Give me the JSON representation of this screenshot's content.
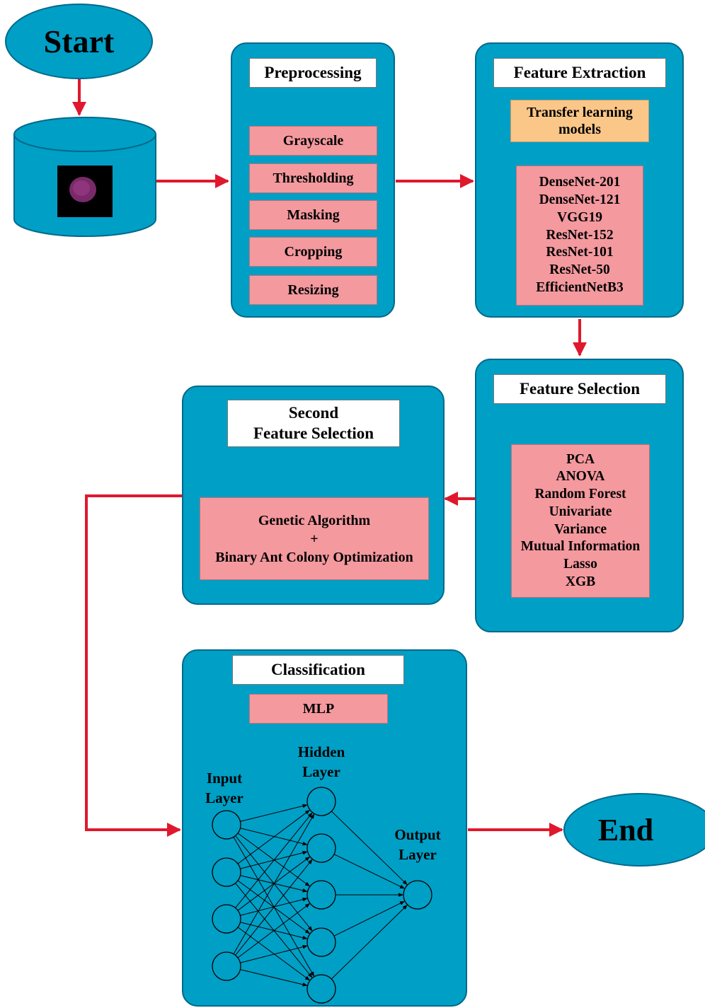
{
  "start_label": "Start",
  "end_label": "End",
  "preprocessing": {
    "title": "Preprocessing",
    "steps": [
      "Grayscale",
      "Thresholding",
      "Masking",
      "Cropping",
      "Resizing"
    ]
  },
  "feature_extraction": {
    "title": "Feature Extraction",
    "transfer_label": [
      "Transfer learning",
      "models"
    ],
    "models": [
      "DenseNet-201",
      "DenseNet-121",
      "VGG19",
      "ResNet-152",
      "ResNet-101",
      "ResNet-50",
      "EfficientNetB3"
    ]
  },
  "feature_selection": {
    "title": "Feature Selection",
    "methods": [
      "PCA",
      "ANOVA",
      "Random Forest",
      "Univariate",
      "Variance",
      "Mutual Information",
      "Lasso",
      "XGB"
    ]
  },
  "second_feature_selection": {
    "title": [
      "Second",
      "Feature Selection"
    ],
    "methods": [
      "Genetic Algorithm",
      "+",
      "Binary Ant Colony Optimization"
    ]
  },
  "classification": {
    "title": "Classification",
    "model": "MLP",
    "input_layer": [
      "Input",
      "Layer"
    ],
    "hidden_layer": [
      "Hidden",
      "Layer"
    ],
    "output_layer": [
      "Output",
      "Layer"
    ]
  },
  "colors": {
    "panel": "#009fc6",
    "pink_box": "#f4999e",
    "orange_box": "#fbc788",
    "arrow": "#e0182d"
  }
}
